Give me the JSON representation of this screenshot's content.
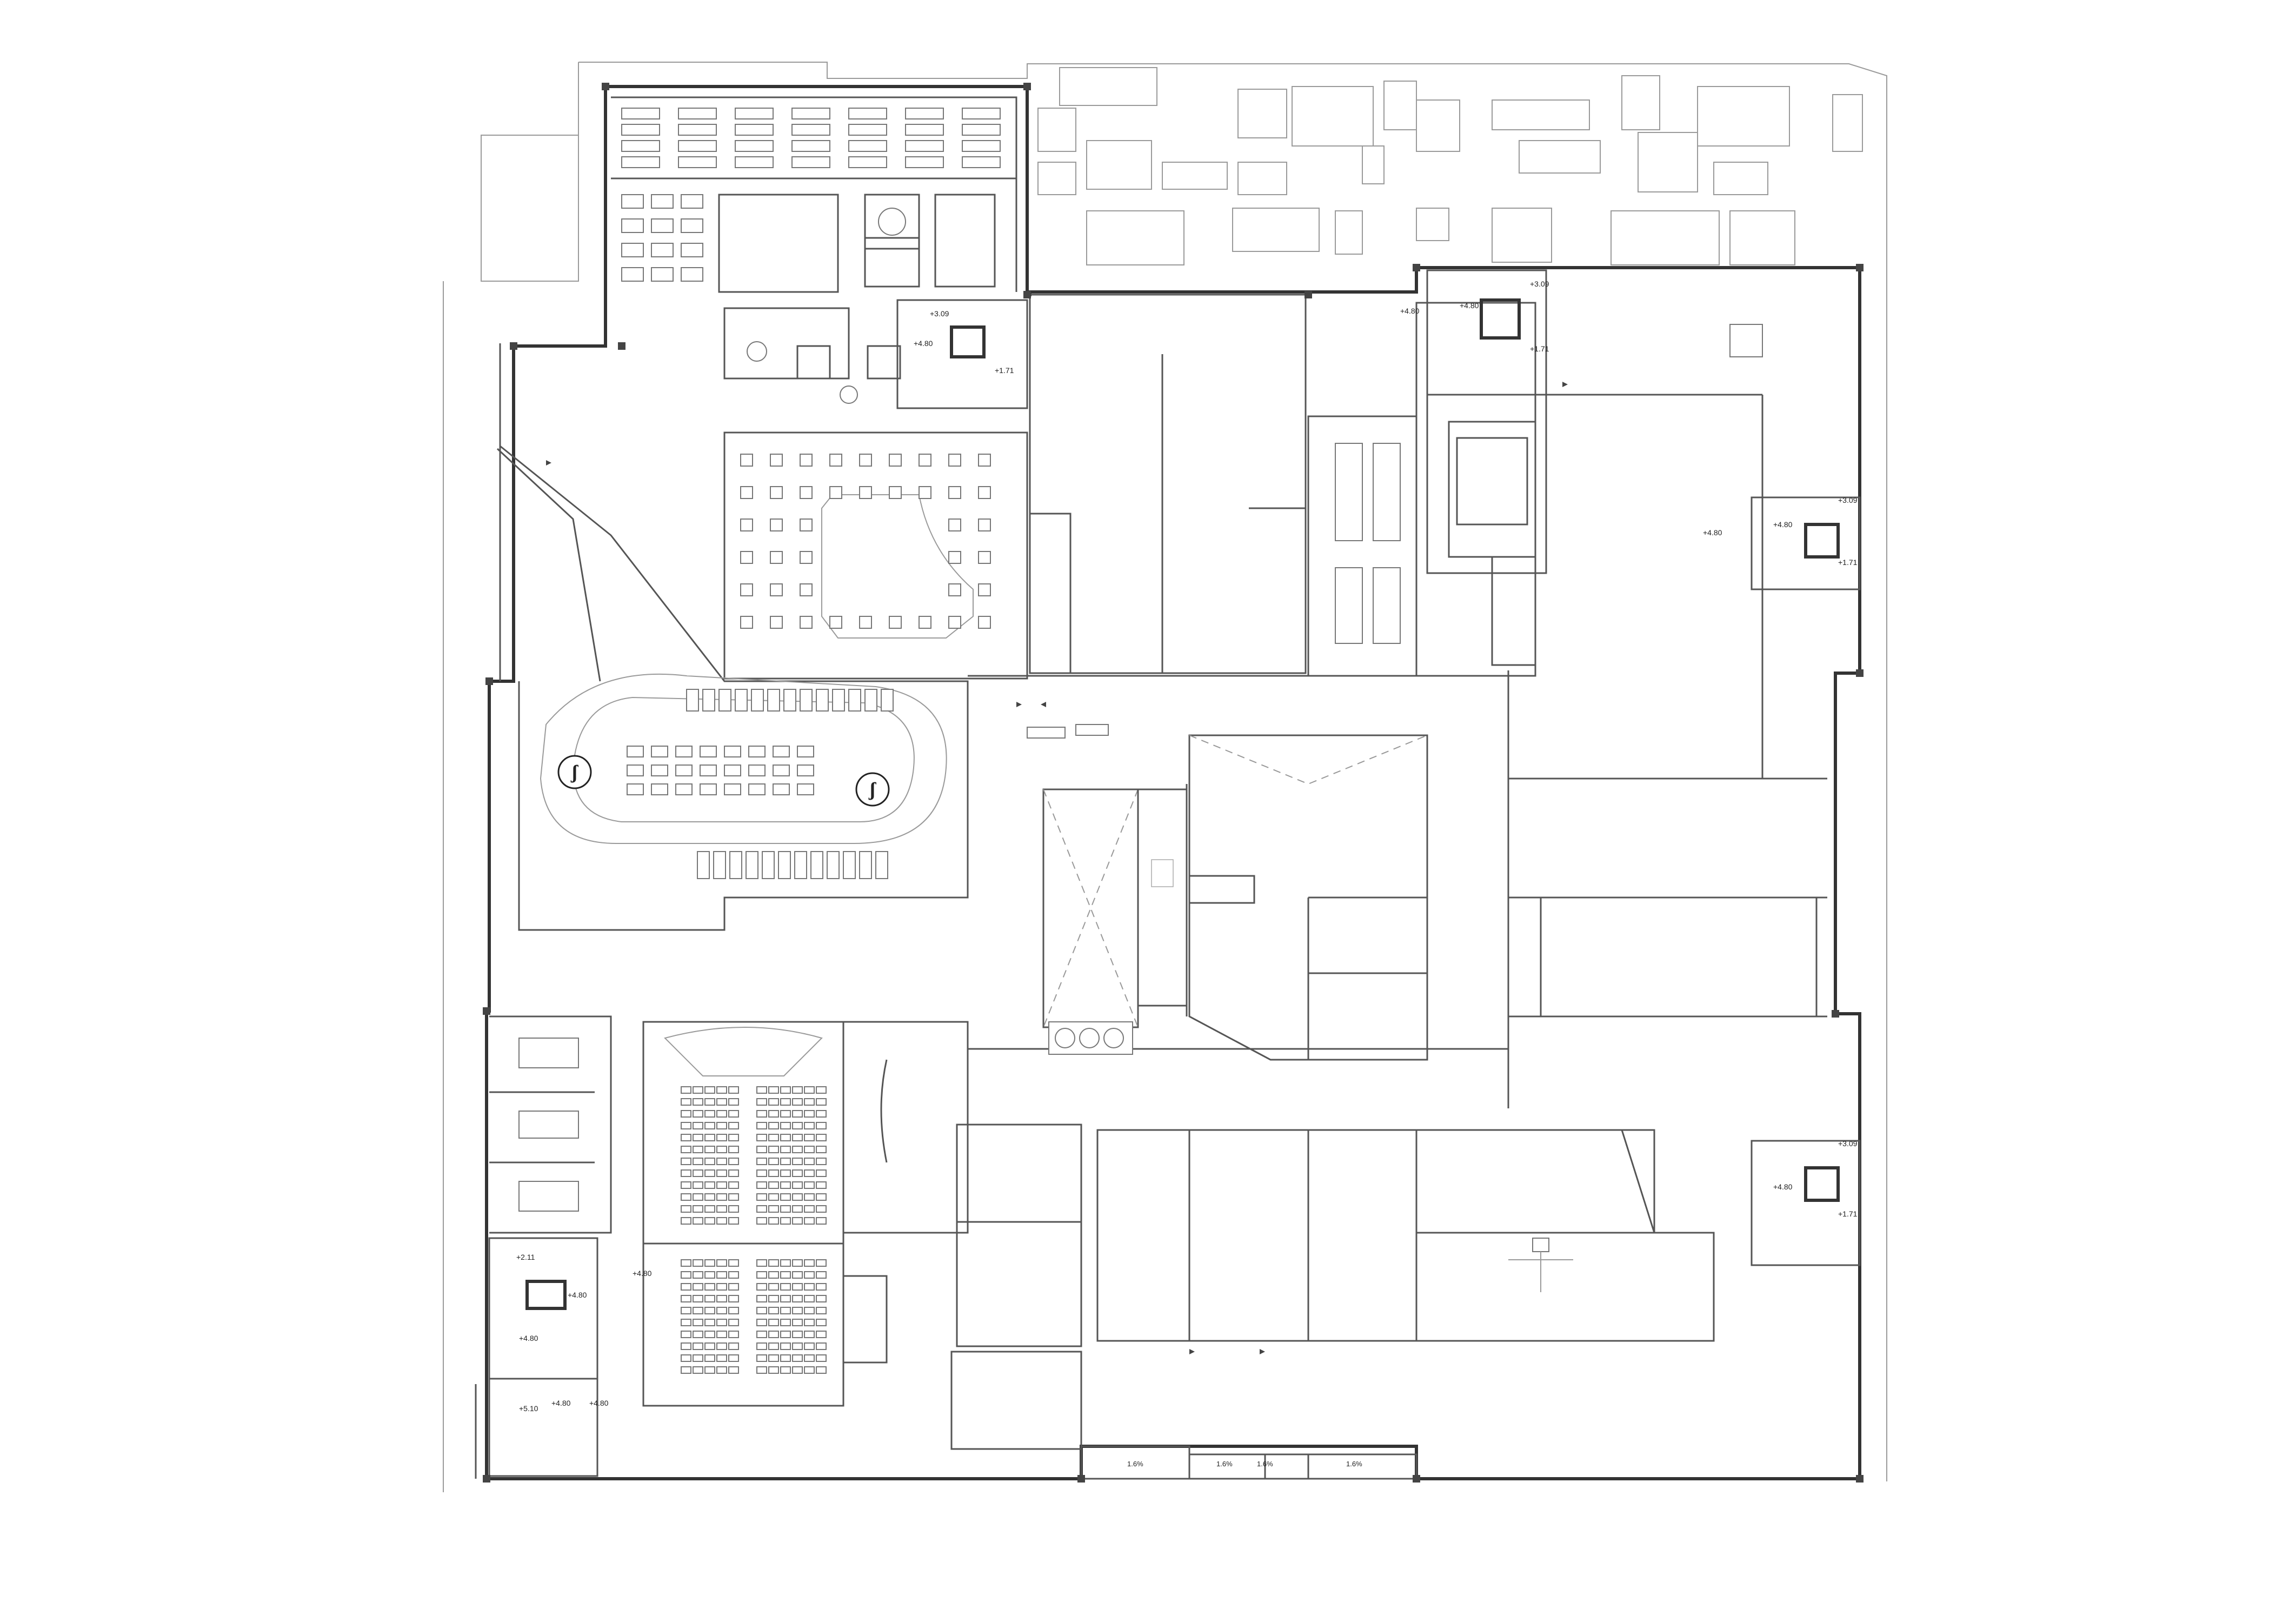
{
  "levels": {
    "stair_nw": [
      "+4.80",
      "+3.09",
      "+1.71"
    ],
    "stair_n": [
      "+4.80"
    ],
    "stair_ne": [
      "+3.09",
      "+4.80",
      "+1.71"
    ],
    "stair_e_upper": [
      "+3.09",
      "+4.80",
      "+1.71"
    ],
    "stair_e_lower": [
      "+3.09",
      "+4.80",
      "+1.71"
    ],
    "stair_sw": [
      "+2.11",
      "+4.80",
      "+4.80",
      "+4.80"
    ],
    "stair_sw_lower": [
      "+5.10",
      "+4.80",
      "+4.80"
    ],
    "east_hall": [
      "+4.80"
    ]
  },
  "ramps": [
    "1.6%",
    "1.6%",
    "1.6%",
    "1.6%"
  ],
  "colors": {
    "wall": "#333333",
    "line": "#777777",
    "light": "#9a9a9a"
  },
  "icons": [
    "restaurant-logo-icon",
    "restaurant-logo-icon"
  ]
}
